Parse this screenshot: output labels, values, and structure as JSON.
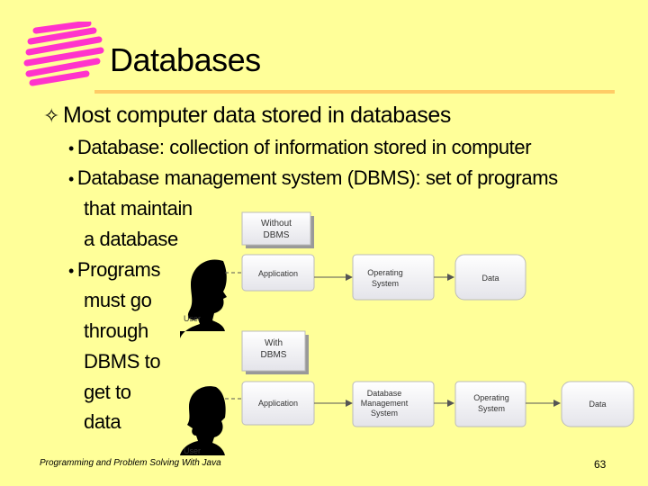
{
  "slide": {
    "title": "Databases",
    "bullets": {
      "main": "Most computer data stored in databases",
      "sub1": "Database: collection of information stored in computer",
      "sub2_line1": "Database management system (DBMS): set of programs",
      "sub2_line2": "that maintain",
      "sub2_line3": "a database",
      "sub3_lines": [
        "Programs",
        "must go",
        "through",
        "DBMS to",
        "get to",
        "data"
      ]
    },
    "diagram": {
      "without_label_1": "Without",
      "without_label_2": "DBMS",
      "with_label_1": "With",
      "with_label_2": "DBMS",
      "app1": "Application",
      "os1_line1": "Operating",
      "os1_line2": "System",
      "data1": "Data",
      "app2": "Application",
      "dbms_line1": "Database",
      "dbms_line2": "Management",
      "dbms_line3": "System",
      "os2_line1": "Operating",
      "os2_line2": "System",
      "data2": "Data",
      "user1": "User",
      "user2": "User"
    },
    "footer": {
      "left": "Programming and Problem Solving With Java",
      "page_number": "63"
    },
    "colors": {
      "background": "#ffff99",
      "title_rule": "#ffcc66",
      "scribble": "#ff33cc"
    }
  }
}
